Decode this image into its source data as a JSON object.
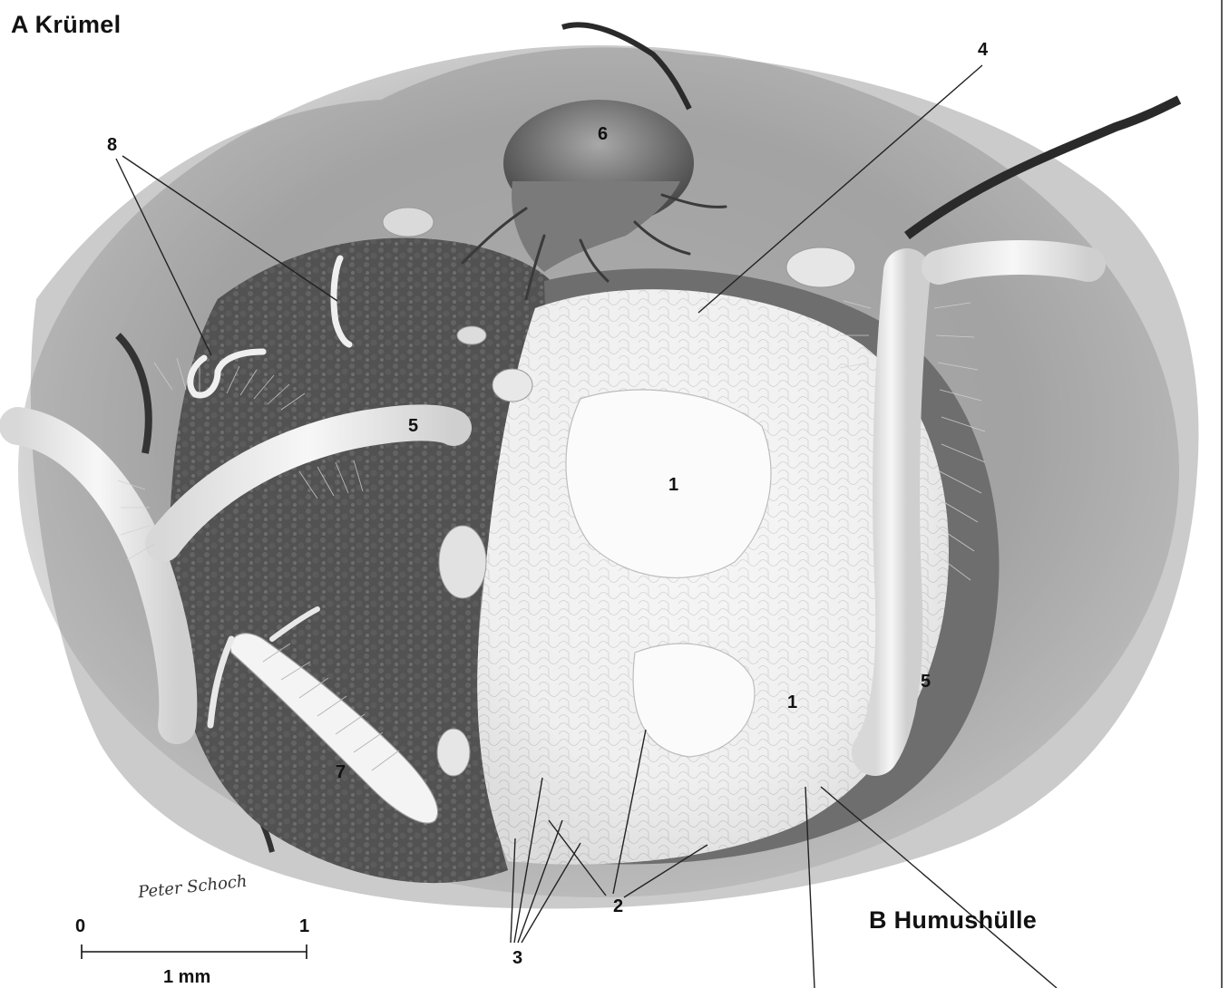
{
  "titles": {
    "a": "A  Krümel",
    "b": "B  Humushülle"
  },
  "labels": {
    "n1_top": "1",
    "n1_bottom": "1",
    "n2": "2",
    "n3": "3",
    "n4": "4",
    "n5_left": "5",
    "n5_right": "5",
    "n6": "6",
    "n7": "7",
    "n8": "8"
  },
  "scale_bar": {
    "start_label": "0",
    "end_label": "1",
    "unit_label": "1 mm"
  },
  "signature": "Peter Schoch",
  "colors": {
    "paper": "#ffffff",
    "ink": "#111111",
    "soil_dark": "#4a4a4a",
    "soil_mid": "#8a8a8a",
    "crumb_light": "#f2f2f2"
  }
}
